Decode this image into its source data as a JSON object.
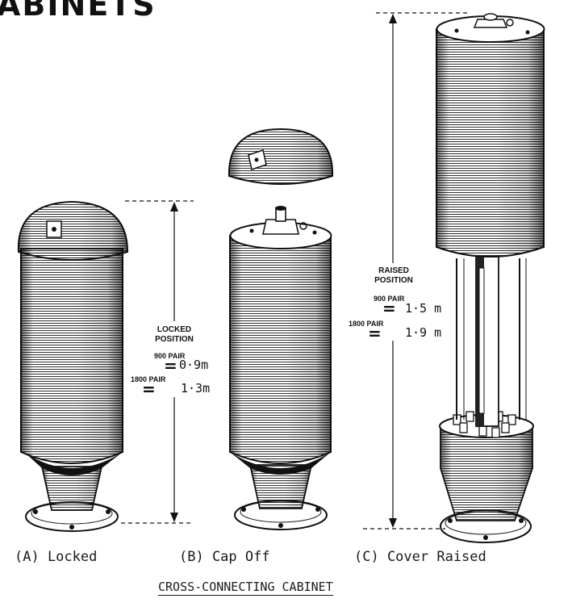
{
  "header": {
    "text": "ABINETS"
  },
  "diagram": {
    "title": "CROSS-CONNECTING CABINET",
    "captions": {
      "a": "(A) Locked",
      "b": "(B) Cap Off",
      "c": "(C) Cover Raised"
    },
    "locked": {
      "label_line1": "LOCKED",
      "label_line2": "POSITION",
      "pair_900": "900 PAIR",
      "pair_1800": "1800 PAIR",
      "value_900": "0·9m",
      "value_1800": "1·3m",
      "equals": "="
    },
    "raised": {
      "label_line1": "RAISED",
      "label_line2": "POSITION",
      "pair_900": "900 PAIR",
      "pair_1800": "1800 PAIR",
      "value_900": "1·5 m",
      "value_1800": "1·9 m",
      "equals": "="
    }
  }
}
